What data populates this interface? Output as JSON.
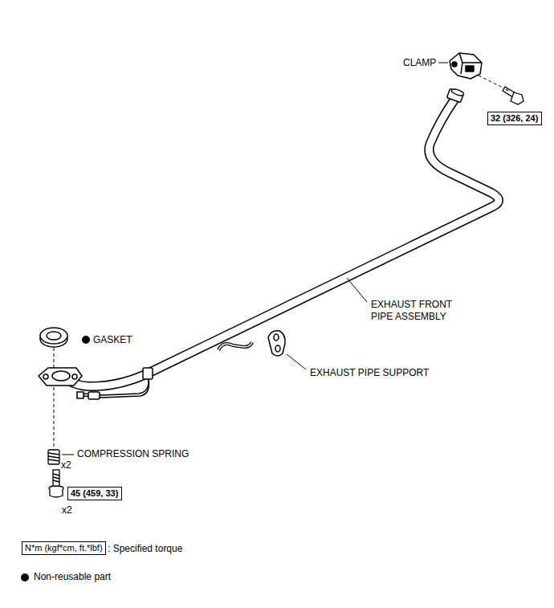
{
  "diagram": {
    "nodes": [
      {
        "text": [
          "32 (326, 24)"
        ]
      },
      {
        "text": [
          "45 (459, 33)"
        ]
      },
      {
        "text": [
          "N*m (kgf*cm, ft.*lbf)"
        ]
      }
    ],
    "labels": [
      "CLAMP",
      "EXHAUST FRONT PIPE ASSEMBLY",
      "GASKET",
      "EXHAUST PIPE SUPPORT",
      "COMPRESSION SPRING",
      "x2",
      "x2",
      ": Specified torque",
      "Non-reusable part"
    ]
  }
}
